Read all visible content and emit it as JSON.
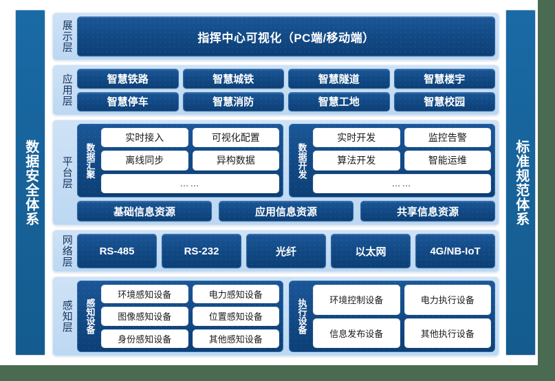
{
  "colors": {
    "page_background": "#4a6b52",
    "sheet": "#ffffff",
    "pillar": "#176299",
    "band": "#bcd8f2",
    "chip": "#124a86",
    "cell": "#ffffff",
    "label_text": "#16335c"
  },
  "pillars": {
    "left": "数据安全体系",
    "right": "标准规范体系"
  },
  "layers": {
    "presentation": {
      "label": "展示层",
      "items": [
        "指挥中心可视化（PC端/移动端）"
      ]
    },
    "application": {
      "label": "应用层",
      "row1": [
        "智慧铁路",
        "智慧城铁",
        "智慧隧道",
        "智慧楼宇"
      ],
      "row2": [
        "智慧停车",
        "智慧消防",
        "智慧工地",
        "智慧校园"
      ]
    },
    "platform": {
      "label": "平台层",
      "groups": [
        {
          "label": "数据汇聚",
          "row1": [
            "实时接入",
            "可视化配置"
          ],
          "row2": [
            "离线同步",
            "异构数据"
          ],
          "row3": [
            "……"
          ]
        },
        {
          "label": "数据开发",
          "row1": [
            "实时开发",
            "监控告警"
          ],
          "row2": [
            "算法开发",
            "智能运维"
          ],
          "row3": [
            "……"
          ]
        }
      ],
      "resources": [
        "基础信息资源",
        "应用信息资源",
        "共享信息资源"
      ]
    },
    "network": {
      "label": "网络层",
      "items": [
        "RS-485",
        "RS-232",
        "光纤",
        "以太网",
        "4G/NB-IoT"
      ]
    },
    "perception": {
      "label": "感知层",
      "groups": [
        {
          "label": "感知设备",
          "row1": [
            "环境感知设备",
            "电力感知设备"
          ],
          "row2": [
            "图像感知设备",
            "位置感知设备"
          ],
          "row3": [
            "身份感知设备",
            "其他感知设备"
          ]
        },
        {
          "label": "执行设备",
          "row1": [
            "环境控制设备",
            "电力执行设备"
          ],
          "row2": [
            "信息发布设备",
            "其他执行设备"
          ]
        }
      ]
    }
  }
}
